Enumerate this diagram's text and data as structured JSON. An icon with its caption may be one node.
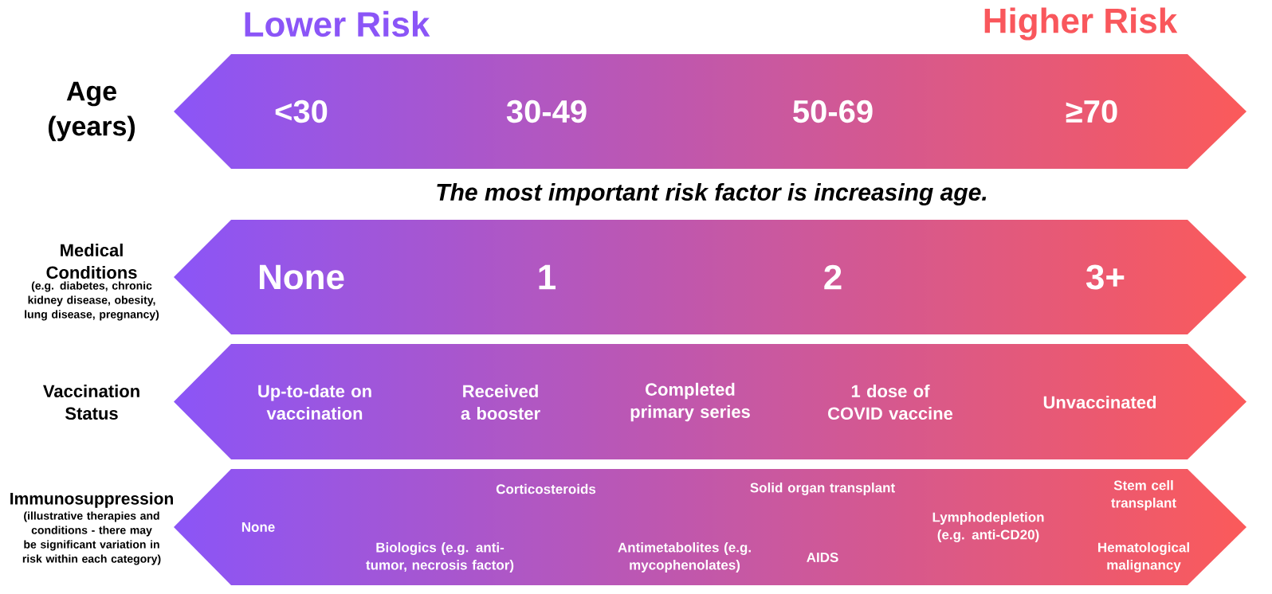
{
  "diagram": {
    "nodes": [
      {
        "text": [
          "<30",
          "30-49",
          "50-69",
          "≥70"
        ],
        "beside": [
          "Age (years)"
        ]
      },
      {
        "text": [
          "None",
          "1",
          "2",
          "3+"
        ],
        "beside": [
          "Medical Conditions",
          "(e.g. diabetes, chronic kidney disease, obesity, lung disease, pregnancy)"
        ]
      },
      {
        "text": [
          "Up-to-date on vaccination",
          "Received a booster",
          "Completed primary series",
          "1 dose of COVID vaccine",
          "Unvaccinated"
        ],
        "beside": [
          "Vaccination Status"
        ]
      },
      {
        "text": [
          "None",
          "Corticosteroids",
          "Biologics (e.g. anti-tumor, necrosis factor)",
          "Solid organ transplant",
          "Antimetabolites (e.g. mycophenolates)",
          "AIDS",
          "Lymphodepletion (e.g. anti-CD20)",
          "Stem cell transplant",
          "Hematological malignancy"
        ],
        "beside": [
          "Immunosuppression",
          "(illustrative therapies and conditions - there may be significant variation in risk within each category)"
        ]
      }
    ],
    "labels": [
      "Lower Risk",
      "Higher Risk",
      "The most important risk factor is increasing age."
    ]
  }
}
